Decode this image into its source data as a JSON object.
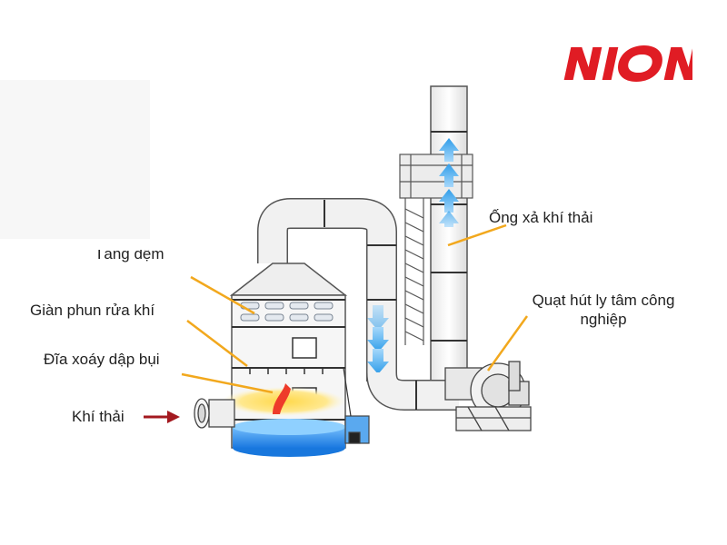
{
  "logo": {
    "text": "NION"
  },
  "labels": {
    "tang_dem": "Tầng đệm",
    "gian_phun": "Giàn phun rửa khí",
    "dia_xoay": "Đĩa xoáy dập bụi",
    "khi_thai": "Khí thải",
    "ong_xa": "Ống xả khí thải",
    "quat_hut": "Quạt hút ly tâm công nghiệp",
    "quat_hut_line1": "Quạt hút ly tâm công",
    "quat_hut_line2": "nghiệp"
  },
  "colors": {
    "leader": "#f2a81d",
    "inlet_arrow": "#a3191f",
    "flow_arrow": "#3a9de6",
    "water": "#2f8ff0",
    "brand": "#e01c24"
  }
}
